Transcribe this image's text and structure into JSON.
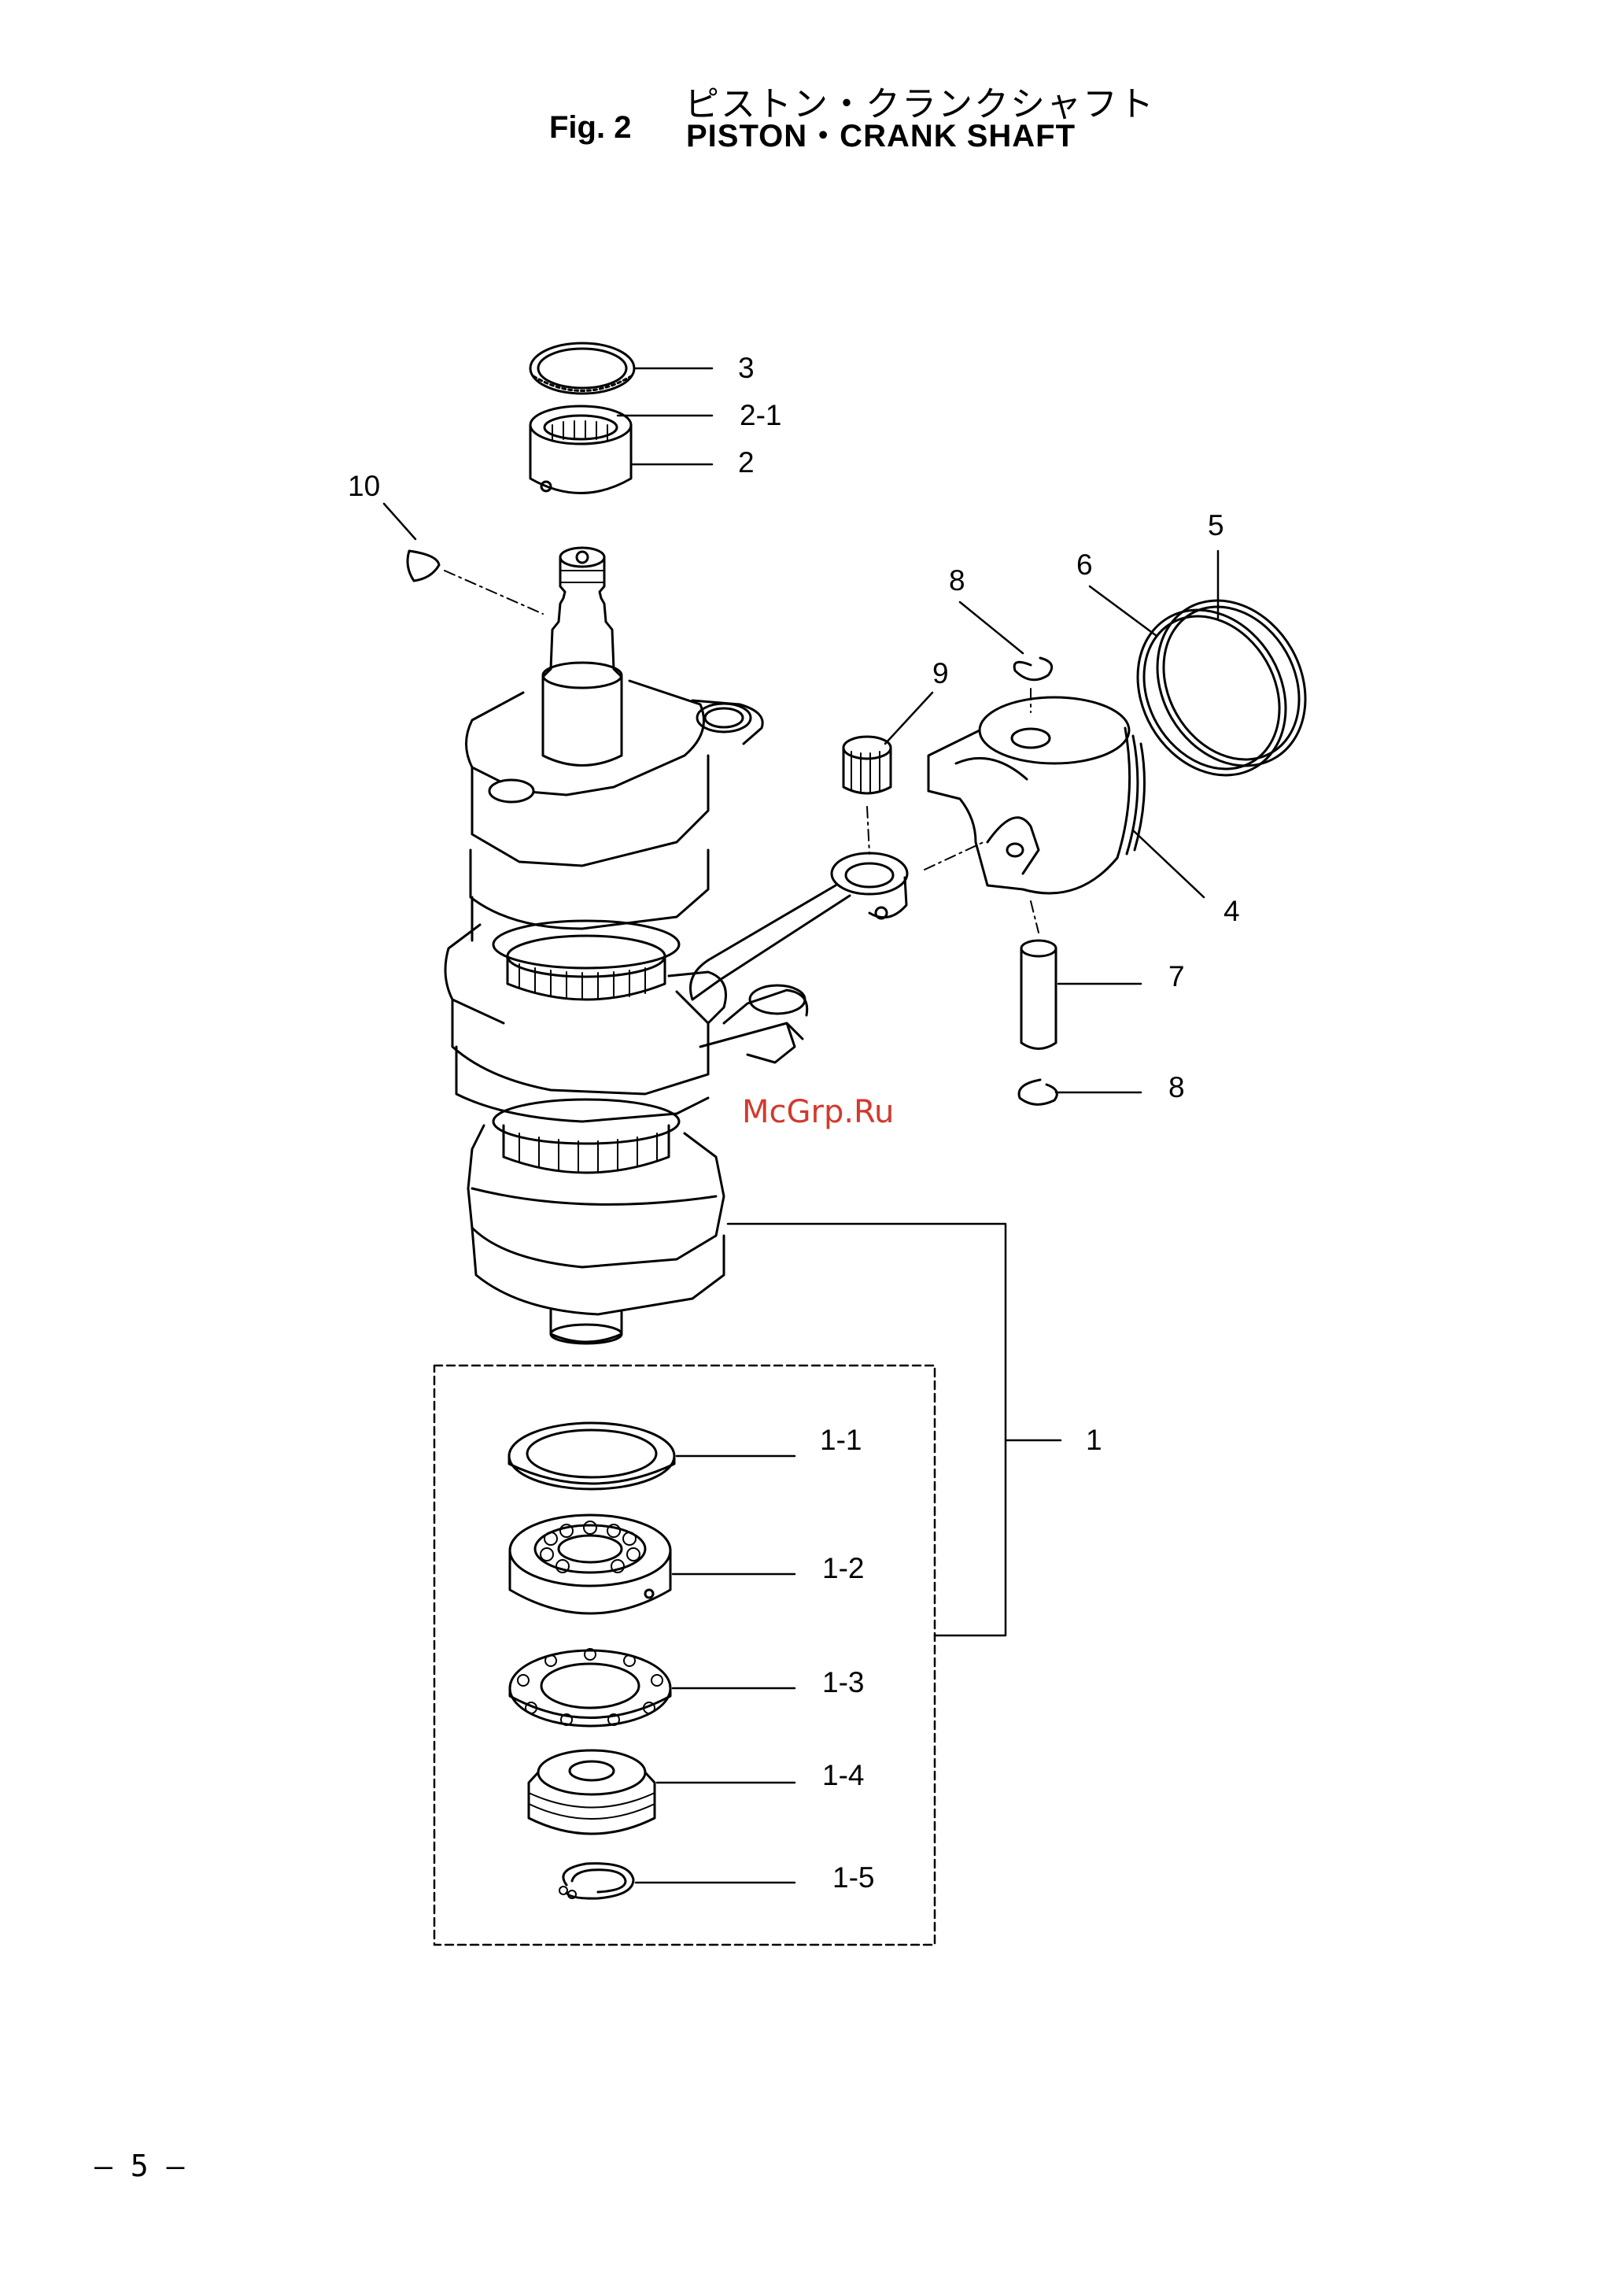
{
  "header": {
    "title_jp": "ピストン・クランクシャフト",
    "fig_no": "Fig. 2",
    "title_en": "PISTON・CRANK SHAFT"
  },
  "watermark": "McGrp.Ru",
  "page_number": "— 5 —",
  "callouts": {
    "c1": "1",
    "c1_1": "1-1",
    "c1_2": "1-2",
    "c1_3": "1-3",
    "c1_4": "1-4",
    "c1_5": "1-5",
    "c2": "2",
    "c2_1": "2-1",
    "c3": "3",
    "c4": "4",
    "c5": "5",
    "c6": "6",
    "c7": "7",
    "c8a": "8",
    "c8b": "8",
    "c9": "9",
    "c10": "10"
  }
}
